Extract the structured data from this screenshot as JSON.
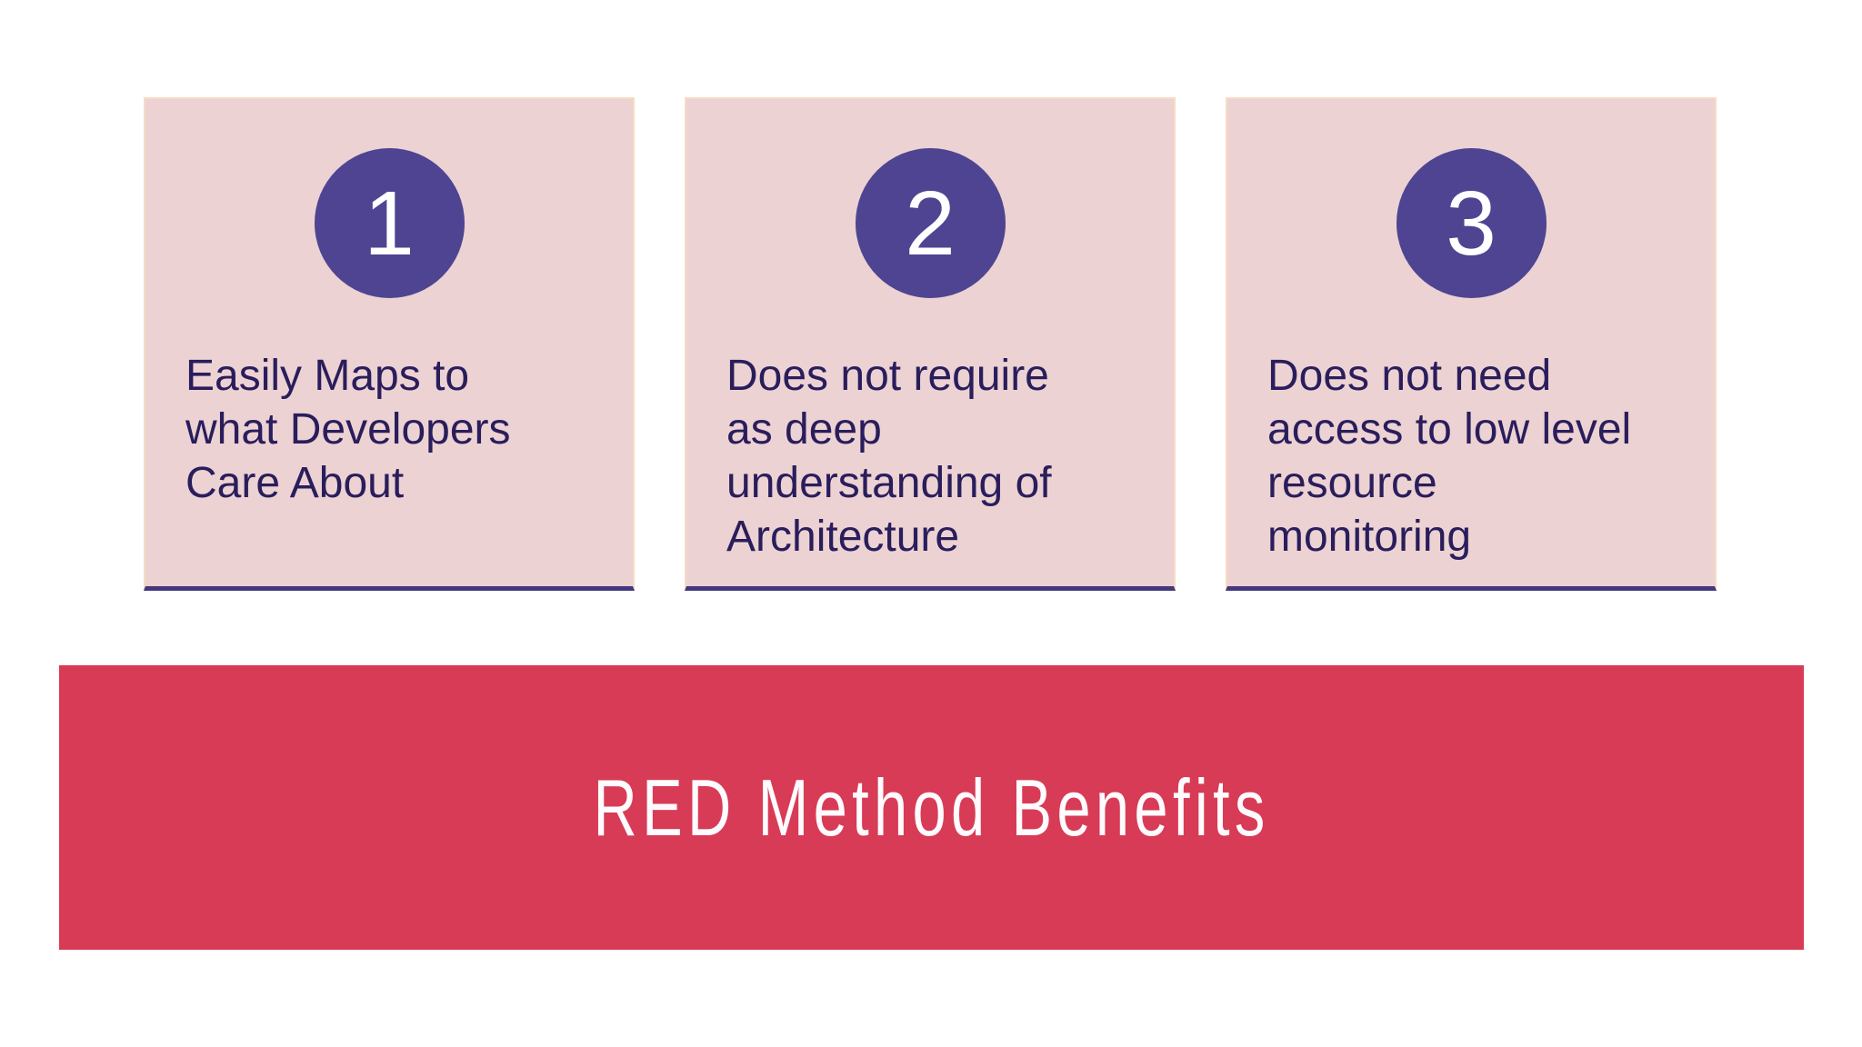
{
  "banner": {
    "title": "RED Method Benefits",
    "background_color": "#d83b56",
    "text_color": "#fdfbfd"
  },
  "cards": [
    {
      "number": "1",
      "description": "Easily Maps to\nwhat Developers\nCare About"
    },
    {
      "number": "2",
      "description": "Does not require\nas deep\nunderstanding of\nArchitecture"
    },
    {
      "number": "3",
      "description": "Does not need\naccess to low level\nresource\nmonitoring"
    }
  ],
  "colors": {
    "page_background": "#ffffff",
    "card_background": "#ecd2d2",
    "card_border": "#f6dcc4",
    "card_underline": "#44387d",
    "circle_background": "#4e4492",
    "circle_number": "#ffffff",
    "card_text": "#2a1d5c"
  }
}
